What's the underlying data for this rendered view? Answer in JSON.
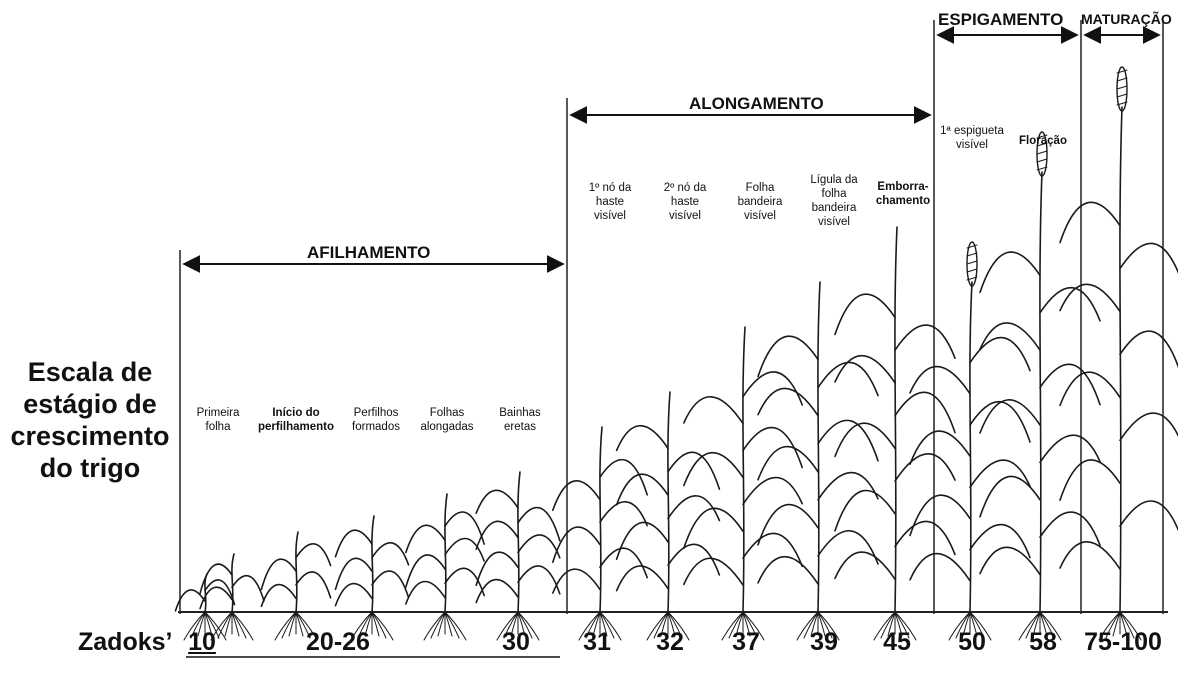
{
  "phases": [
    {
      "id": "afilhamento",
      "label": "AFILHAMENTO"
    },
    {
      "id": "alongamento",
      "label": "ALONGAMENTO"
    },
    {
      "id": "espigamento",
      "label": "ESPIGAMENTO"
    },
    {
      "id": "maturacao",
      "label": "MATURAÇÃO"
    }
  ],
  "stages": [
    {
      "label": "Primeira\nfolha",
      "bold": false
    },
    {
      "label": "Início do\nperfilhamento",
      "bold": true
    },
    {
      "label": "Perfilhos\nformados",
      "bold": false
    },
    {
      "label": "Folhas\nalongadas",
      "bold": false
    },
    {
      "label": "Bainhas\neretas",
      "bold": false
    },
    {
      "label": "1º nó da\nhaste\nvisível",
      "bold": false
    },
    {
      "label": "2º nó da\nhaste\nvisível",
      "bold": false
    },
    {
      "label": "Folha\nbandeira\nvisível",
      "bold": false
    },
    {
      "label": "Lígula da\nfolha\nbandeira\nvisível",
      "bold": false
    },
    {
      "label": "Emborra-\nchamento",
      "bold": true
    },
    {
      "label": "1ª espigueta\nvisível",
      "bold": false
    },
    {
      "label": "Floração",
      "bold": true
    }
  ],
  "scale_title": "Escala de\nestágio de\ncrescimento\ndo trigo",
  "zadoks": {
    "title": "Zadoks’",
    "values": [
      "10",
      "20-26",
      "30",
      "31",
      "32",
      "37",
      "39",
      "45",
      "50",
      "58",
      "75-100"
    ]
  }
}
